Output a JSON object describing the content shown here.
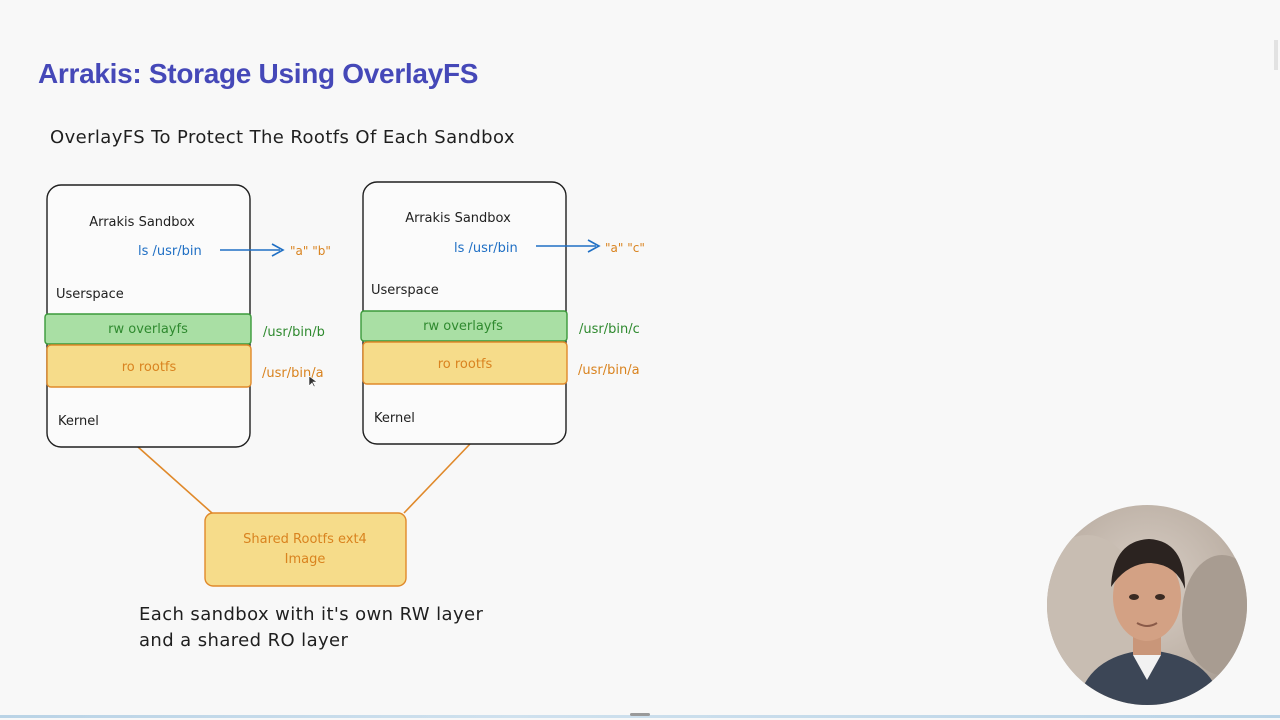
{
  "slide": {
    "title": "Arrakis: Storage Using OverlayFS",
    "subtitle": "OverlayFS To Protect The Rootfs Of Each Sandbox",
    "caption_line1": "Each sandbox with it's own RW layer",
    "caption_line2": "and a shared RO layer"
  },
  "diagram": {
    "sandboxes": [
      {
        "label": "Arrakis Sandbox",
        "command": "ls /usr/bin",
        "result": "\"a\" \"b\"",
        "userspace_label": "Userspace",
        "rw_layer": "rw overlayfs",
        "ro_layer": "ro rootfs",
        "rw_path": "/usr/bin/b",
        "ro_path": "/usr/bin/a",
        "kernel_label": "Kernel"
      },
      {
        "label": "Arrakis Sandbox",
        "command": "ls /usr/bin",
        "result": "\"a\" \"c\"",
        "userspace_label": "Userspace",
        "rw_layer": "rw overlayfs",
        "ro_layer": "ro rootfs",
        "rw_path": "/usr/bin/c",
        "ro_path": "/usr/bin/a",
        "kernel_label": "Kernel"
      }
    ],
    "shared_image_line1": "Shared Rootfs ext4",
    "shared_image_line2": "Image"
  },
  "colors": {
    "title": "#4548b8",
    "blue": "#1f6fc4",
    "green_fill": "#a9dfa4",
    "green_stroke": "#3a9a3a",
    "green_text": "#2f8a2f",
    "orange_fill": "#f6dc8a",
    "orange_stroke": "#e0892a",
    "orange_text": "#d9831f"
  },
  "icons": [
    "webcam-presenter",
    "cursor-pointer-icon"
  ]
}
